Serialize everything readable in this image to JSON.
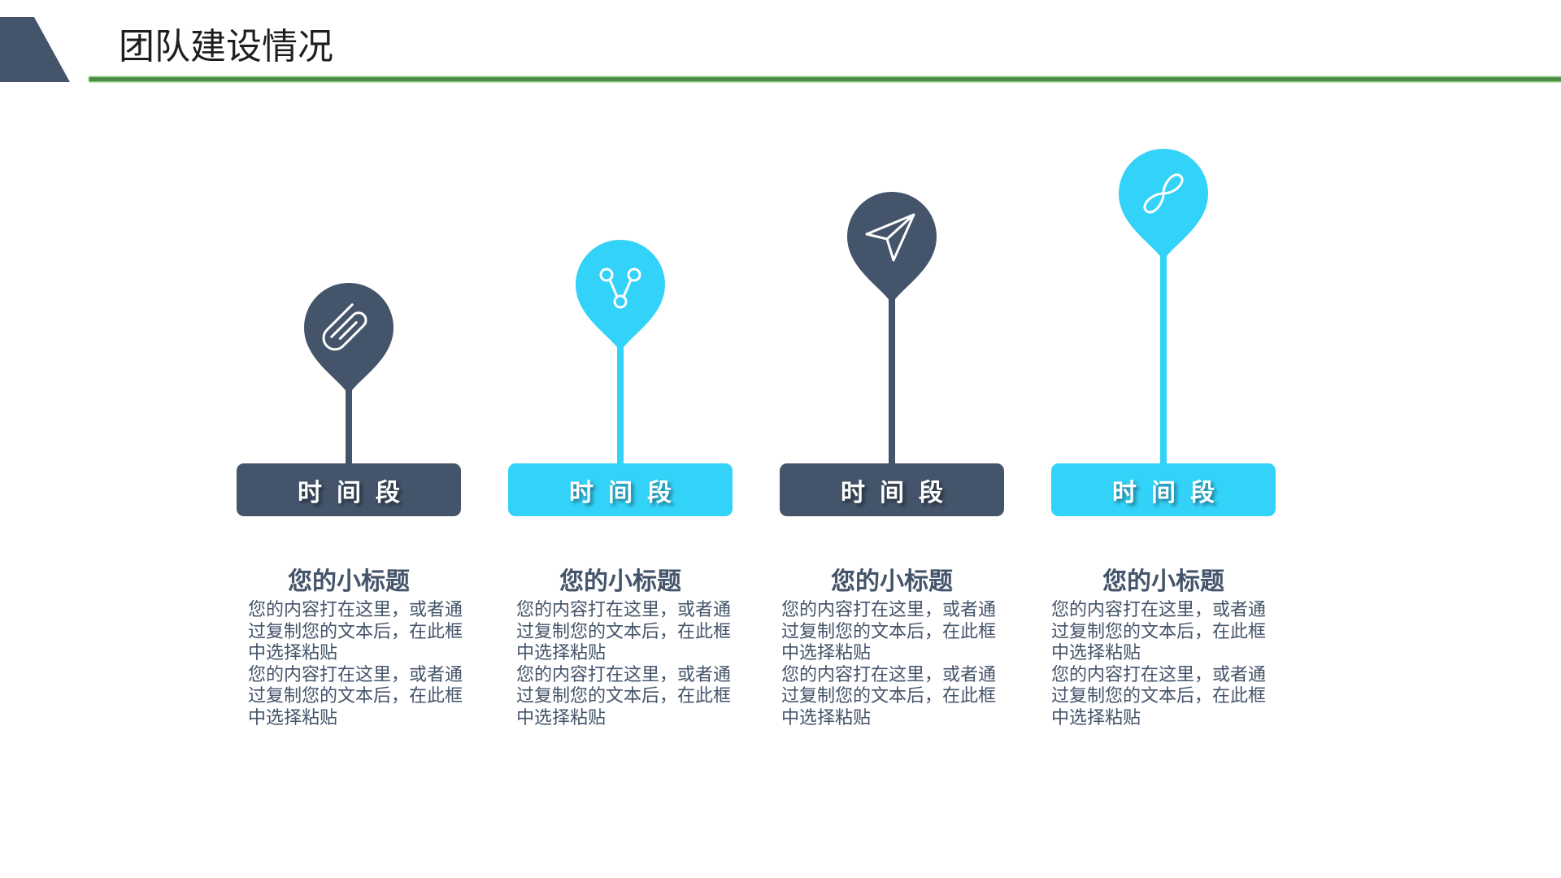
{
  "page": {
    "title": "团队建设情况",
    "colors": {
      "dark": "#44546a",
      "accent": "#33d2f8",
      "rule": "#4f8a4a",
      "text": "#44546a"
    }
  },
  "steps": [
    {
      "icon": "paperclip-icon",
      "color": "dark",
      "box_label": "时间段",
      "subtitle": "您的小标题",
      "body": "您的内容打在这里，或者通过复制您的文本后，在此框中选择粘贴\n您的内容打在这里，或者通过复制您的文本后，在此框中选择粘贴"
    },
    {
      "icon": "share-nodes-icon",
      "color": "accent",
      "box_label": "时间段",
      "subtitle": "您的小标题",
      "body": "您的内容打在这里，或者通过复制您的文本后，在此框中选择粘贴\n您的内容打在这里，或者通过复制您的文本后，在此框中选择粘贴"
    },
    {
      "icon": "paper-plane-icon",
      "color": "dark",
      "box_label": "时间段",
      "subtitle": "您的小标题",
      "body": "您的内容打在这里，或者通过复制您的文本后，在此框中选择粘贴\n您的内容打在这里，或者通过复制您的文本后，在此框中选择粘贴"
    },
    {
      "icon": "infinity-link-icon",
      "color": "accent",
      "box_label": "时间段",
      "subtitle": "您的小标题",
      "body": "您的内容打在这里，或者通过复制您的文本后，在此框中选择粘贴\n您的内容打在这里，或者通过复制您的文本后，在此框中选择粘贴"
    }
  ]
}
